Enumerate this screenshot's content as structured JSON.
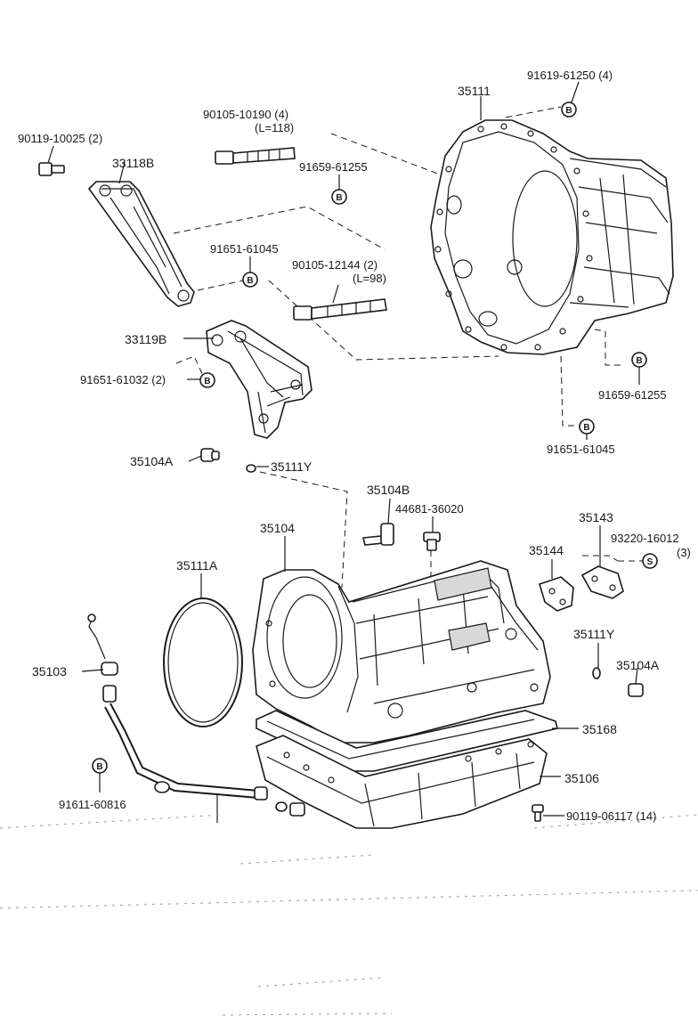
{
  "callouts": {
    "p35111": "35111",
    "p91619_61250": "91619-61250 (4)",
    "p90105_10190": "90105-10190 (4)",
    "p90105_10190_len": "(L=118)",
    "p90119_10025": "90119-10025 (2)",
    "p33118B": "33118B",
    "p91659_61255_a": "91659-61255",
    "p91651_61045_a": "91651-61045",
    "p90105_12144": "90105-12144 (2)",
    "p90105_12144_len": "(L=98)",
    "p33119B": "33119B",
    "p91651_61032": "91651-61032 (2)",
    "p91659_61255_b": "91659-61255",
    "p91651_61045_b": "91651-61045",
    "p35104A_a": "35104A",
    "p35111Y_a": "35111Y",
    "p35104B": "35104B",
    "p44681_36020": "44681-36020",
    "p35143": "35143",
    "p93220_16012": "93220-16012",
    "p93220_16012_qty": "(3)",
    "p35104": "35104",
    "p35144": "35144",
    "p35111A": "35111A",
    "p35111Y_b": "35111Y",
    "p35104A_b": "35104A",
    "p35103": "35103",
    "p35168": "35168",
    "p35106": "35106",
    "p91611_60816": "91611-60816",
    "p90119_06117": "90119-06117 (14)"
  },
  "markers": {
    "bolt": "B",
    "screw": "S"
  }
}
